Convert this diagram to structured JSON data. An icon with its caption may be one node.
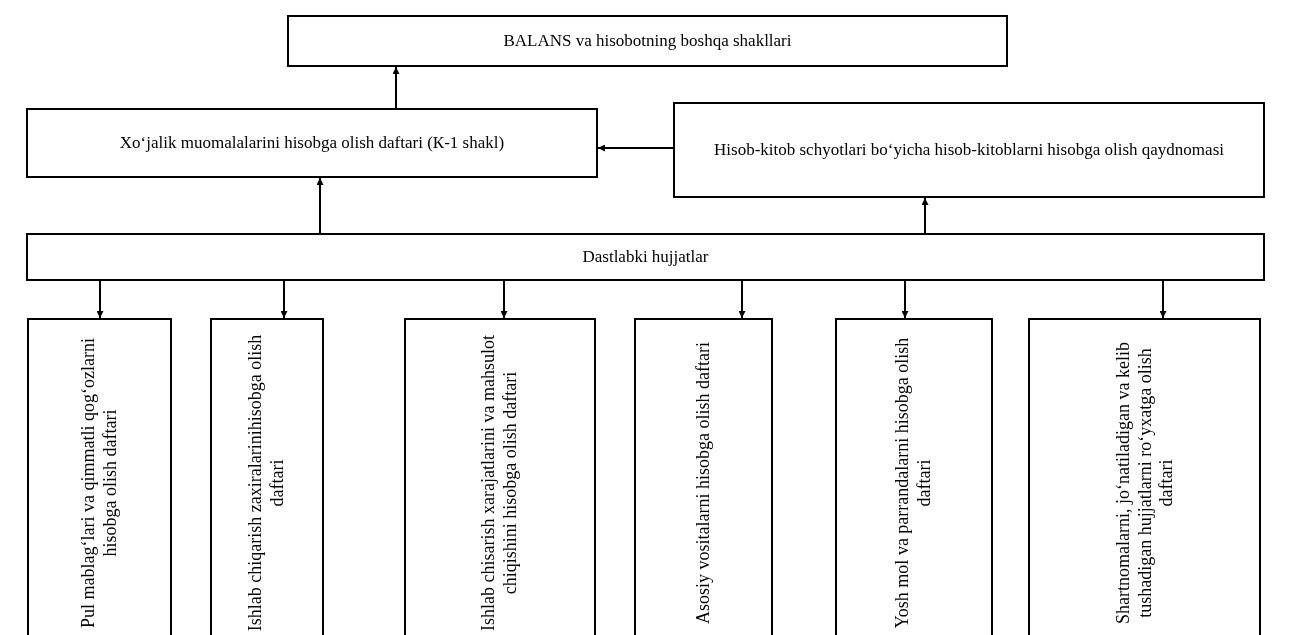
{
  "diagram": {
    "nodes": [
      {
        "text": [
          "BALANS va hisobotning boshqa shakllari"
        ]
      },
      {
        "text": [
          "Xoʻjalik muomalalarini hisobga olish daftari (К-1 shakl)"
        ]
      },
      {
        "text": [
          "Hisob-kitob schyotlari boʻyicha hisob-kitoblarni hisobga olish qaydnomasi"
        ]
      },
      {
        "text": [
          "Dastlabki hujjatlar"
        ]
      },
      {
        "text": [
          "Pul mablagʻlari va qimmatli qogʻozlarni hisobga olish daftari"
        ]
      },
      {
        "text": [
          "Ishlab chiqarish zaxiralarinihisobga olish daftari"
        ]
      },
      {
        "text": [
          "Ishlab chisarish xarajatlarini va mahsulot chiqishini hisobga olish daftari"
        ]
      },
      {
        "text": [
          "Asosiy vositalarni hisobga olish daftari"
        ]
      },
      {
        "text": [
          "Yosh mol va parrandalarni hisobga olish daftari"
        ]
      },
      {
        "text": [
          "Shartnomalarni, joʻnatiladigan va kelib tushadigan hujjatlarni roʻyxatga olish daftari"
        ]
      }
    ],
    "edges": [
      {
        "from": 1,
        "to": 0,
        "arrow": "to"
      },
      {
        "from": 2,
        "to": 1,
        "arrow": "to"
      },
      {
        "from": 3,
        "to": 1,
        "arrow": "to"
      },
      {
        "from": 3,
        "to": 2,
        "arrow": "to"
      },
      {
        "from": 3,
        "to": 4,
        "arrow": "to"
      },
      {
        "from": 3,
        "to": 5,
        "arrow": "to"
      },
      {
        "from": 3,
        "to": 6,
        "arrow": "to"
      },
      {
        "from": 3,
        "to": 7,
        "arrow": "to"
      },
      {
        "from": 3,
        "to": 8,
        "arrow": "to"
      },
      {
        "from": 3,
        "to": 9,
        "arrow": "to"
      }
    ]
  }
}
